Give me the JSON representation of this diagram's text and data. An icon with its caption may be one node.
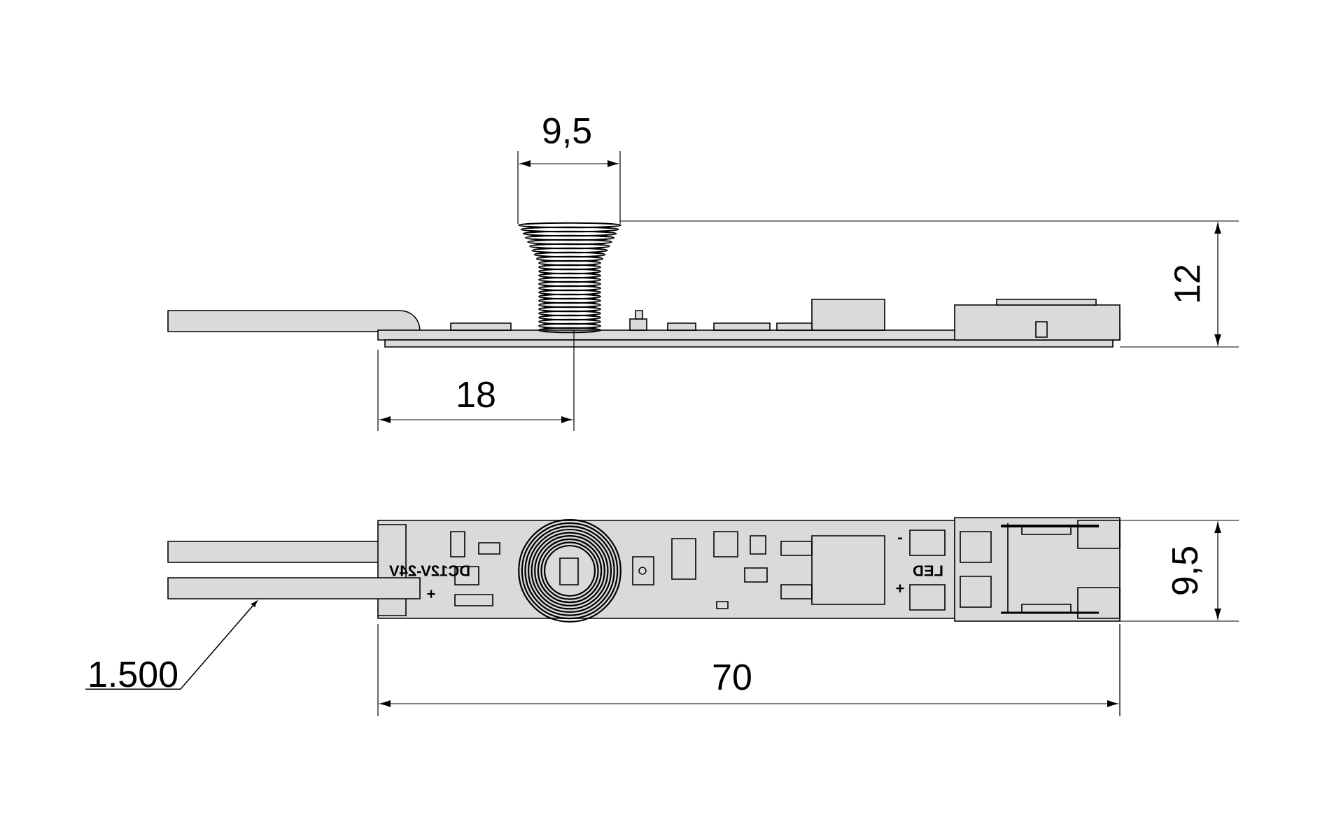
{
  "diagram": {
    "nodes": [
      {
        "text": [
          "1.500"
        ]
      },
      {
        "text": [],
        "shape": "bar"
      }
    ],
    "edges": [
      {
        "from": 0,
        "to": 1,
        "arrow": "to"
      }
    ],
    "labels": [
      "9,5",
      "12",
      "18",
      "DC12V-24V",
      "+",
      "-",
      "LED",
      "+",
      "9,5",
      "70"
    ]
  }
}
